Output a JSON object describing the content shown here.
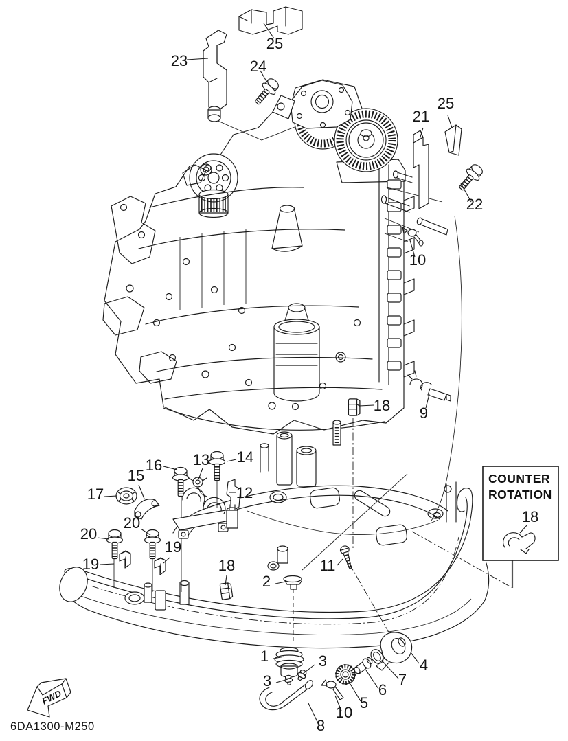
{
  "diagram": {
    "code": "6DA1300-M250",
    "fwd_label": "FWD",
    "note_box": {
      "line1": "COUNTER",
      "line2": "ROTATION",
      "callout": "18"
    },
    "ink_color": "#1a1a1a",
    "background_color": "#ffffff"
  },
  "callouts": [
    {
      "label": "25"
    },
    {
      "label": "23"
    },
    {
      "label": "24"
    },
    {
      "label": "21"
    },
    {
      "label": "25"
    },
    {
      "label": "22"
    },
    {
      "label": "10"
    },
    {
      "label": "18"
    },
    {
      "label": "9"
    },
    {
      "label": "16"
    },
    {
      "label": "13"
    },
    {
      "label": "14"
    },
    {
      "label": "15"
    },
    {
      "label": "17"
    },
    {
      "label": "12"
    },
    {
      "label": "20"
    },
    {
      "label": "20"
    },
    {
      "label": "19"
    },
    {
      "label": "19"
    },
    {
      "label": "18"
    },
    {
      "label": "2"
    },
    {
      "label": "11"
    },
    {
      "label": "1"
    },
    {
      "label": "3"
    },
    {
      "label": "3"
    },
    {
      "label": "10"
    },
    {
      "label": "5"
    },
    {
      "label": "6"
    },
    {
      "label": "7"
    },
    {
      "label": "4"
    },
    {
      "label": "8"
    }
  ]
}
